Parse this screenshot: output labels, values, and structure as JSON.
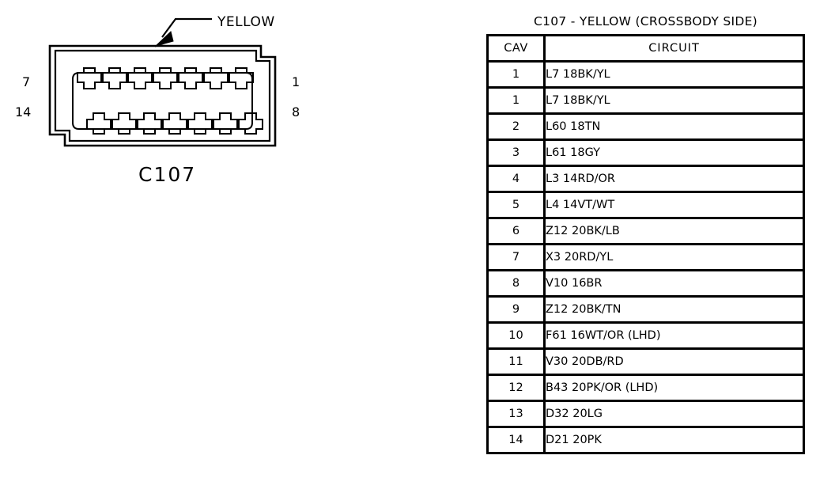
{
  "connector": {
    "color_callout": "YELLOW",
    "caption": "C107",
    "pin_top_left": "7",
    "pin_bottom_left": "14",
    "pin_top_right": "1",
    "pin_bottom_right": "8",
    "cavities_per_row": 7,
    "rows": 2,
    "line_color": "#000000"
  },
  "table": {
    "title": "C107 - YELLOW (CROSSBODY SIDE)",
    "headers": [
      "CAV",
      "CIRCUIT"
    ],
    "rows": [
      {
        "cav": "1",
        "circuit": "L7 18BK/YL"
      },
      {
        "cav": "1",
        "circuit": "L7 18BK/YL"
      },
      {
        "cav": "2",
        "circuit": "L60 18TN"
      },
      {
        "cav": "3",
        "circuit": "L61 18GY"
      },
      {
        "cav": "4",
        "circuit": "L3 14RD/OR"
      },
      {
        "cav": "5",
        "circuit": "L4 14VT/WT"
      },
      {
        "cav": "6",
        "circuit": "Z12 20BK/LB"
      },
      {
        "cav": "7",
        "circuit": "X3 20RD/YL"
      },
      {
        "cav": "8",
        "circuit": "V10 16BR"
      },
      {
        "cav": "9",
        "circuit": "Z12 20BK/TN"
      },
      {
        "cav": "10",
        "circuit": "F61 16WT/OR (LHD)"
      },
      {
        "cav": "11",
        "circuit": "V30 20DB/RD"
      },
      {
        "cav": "12",
        "circuit": "B43 20PK/OR (LHD)"
      },
      {
        "cav": "13",
        "circuit": "D32 20LG"
      },
      {
        "cav": "14",
        "circuit": "D21 20PK"
      }
    ]
  }
}
